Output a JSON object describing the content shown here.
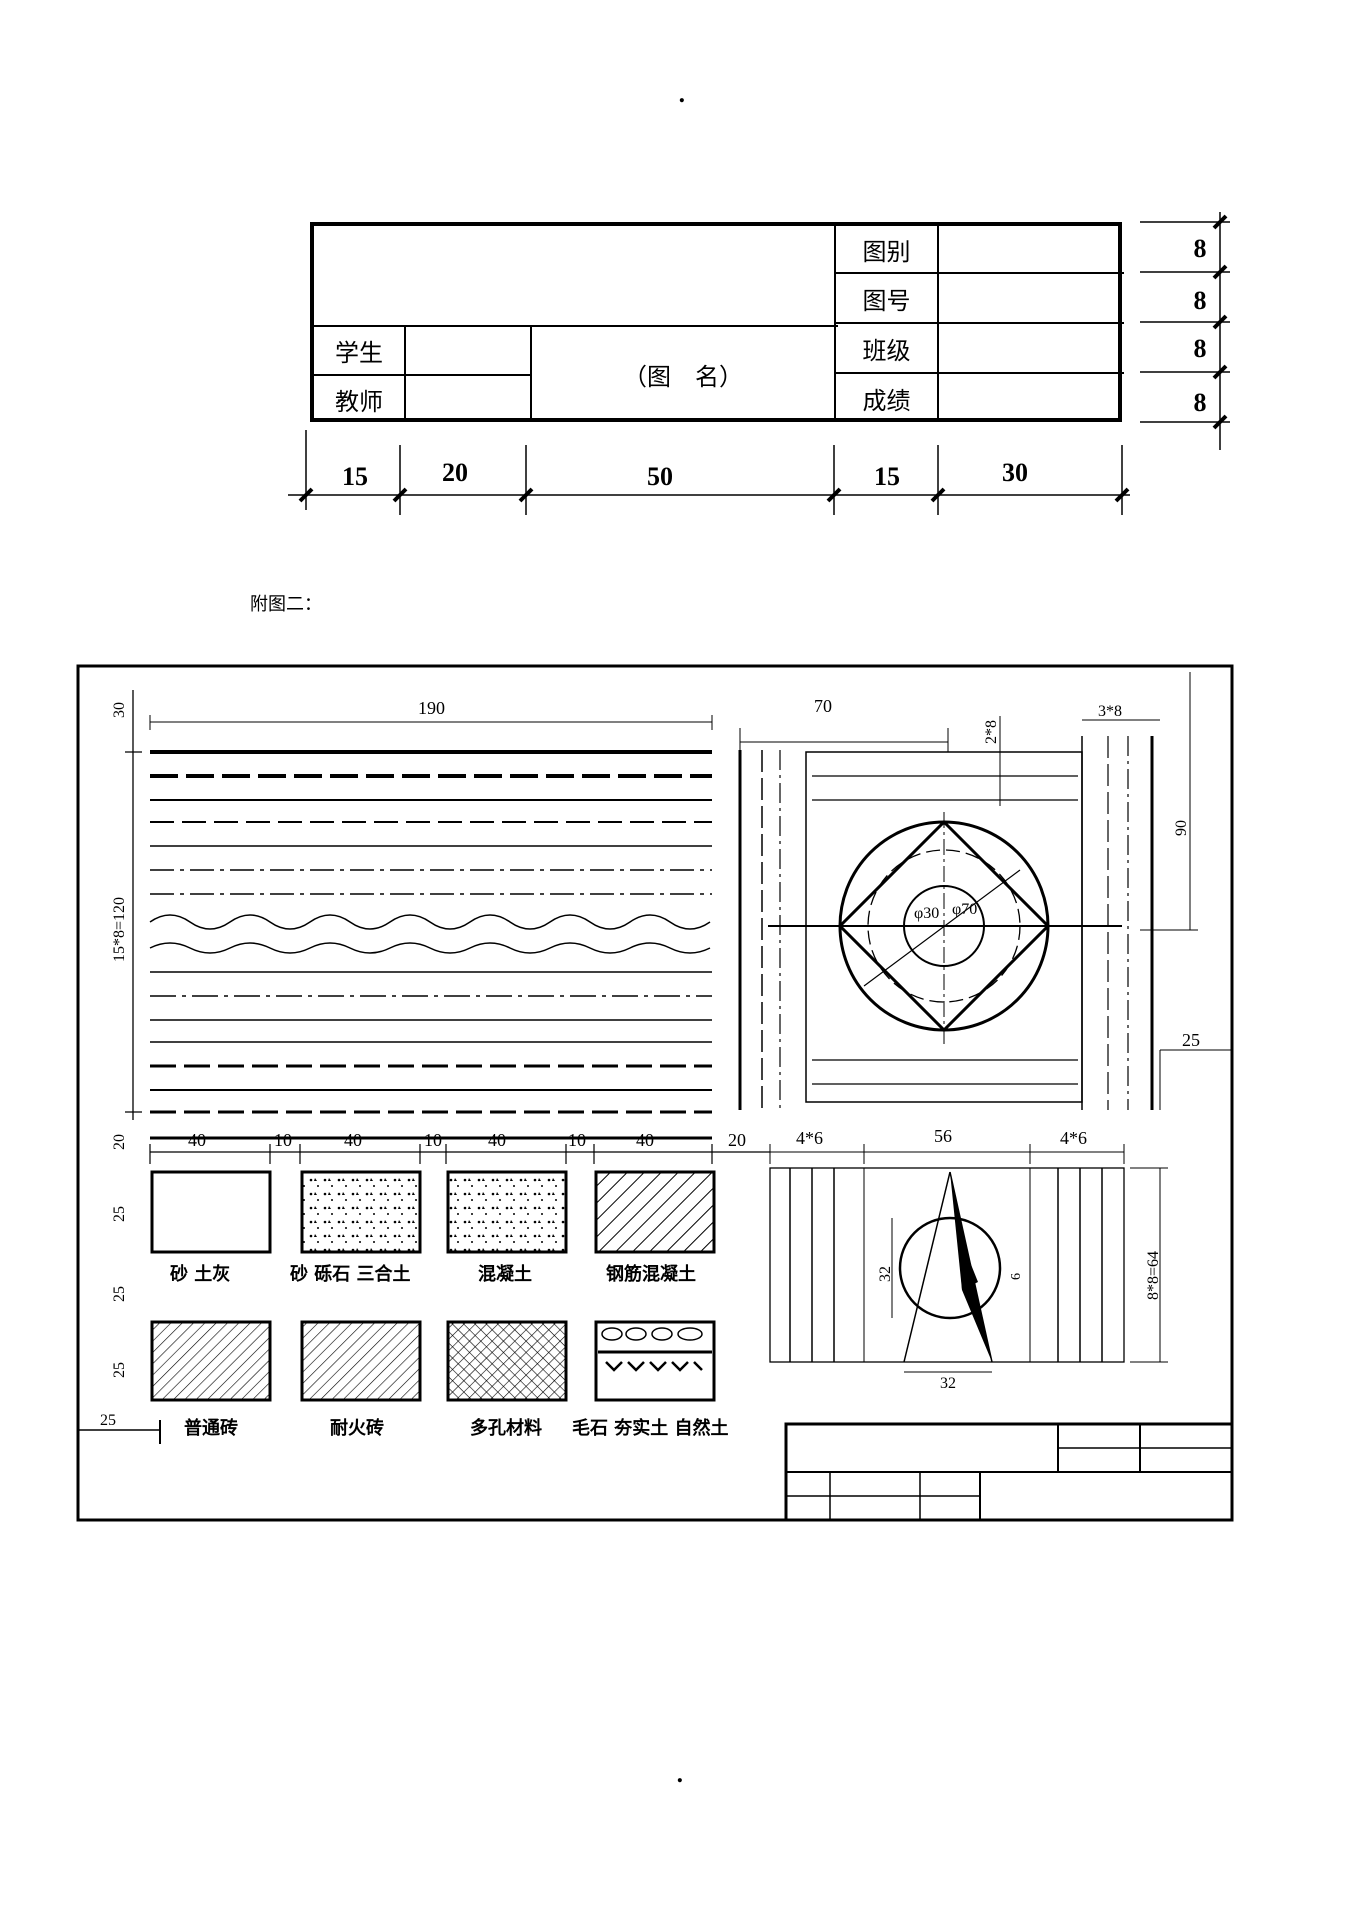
{
  "page_marks": {
    "top_dot": ".",
    "bottom_dot": "."
  },
  "title_block": {
    "cells": {
      "tubie": "图别",
      "tuhao": "图号",
      "student": "学生",
      "teacher": "教师",
      "drawing_name": "（图　名）",
      "banji": "班级",
      "chengji": "成绩"
    },
    "column_widths": [
      "15",
      "20",
      "50",
      "15",
      "30"
    ],
    "row_heights": [
      "8",
      "8",
      "8",
      "8"
    ]
  },
  "caption": "附图二：",
  "drawing": {
    "left_dims": {
      "top": "30",
      "middle": "15*8=120",
      "mid2": "20",
      "r1": "25",
      "r2": "25",
      "r3": "25"
    },
    "line_panel": {
      "width_label": "190"
    },
    "square_panel": {
      "width_label": "70",
      "gap_label": "2*8",
      "side_label": "3*8",
      "height_label": "90",
      "right_margin": "25",
      "d_inner": "φ30",
      "d_outer": "φ70"
    },
    "material_row_dims": [
      "40",
      "10",
      "40",
      "10",
      "40",
      "10",
      "40",
      "20"
    ],
    "materials_row1": [
      "砂 土灰",
      "砂 砾石 三合土",
      "混凝土",
      "钢筋混凝土"
    ],
    "materials_row2": [
      "普通砖",
      "耐火砖",
      "多孔材料",
      "毛石 夯实土 自然土"
    ],
    "bottom_left": "25",
    "compass_panel": {
      "left_label": "4*6",
      "mid_label": "56",
      "right_label": "4*6",
      "height_label": "8*8=64",
      "circle_label": "32",
      "base_label": "32",
      "small_label": "6"
    }
  }
}
